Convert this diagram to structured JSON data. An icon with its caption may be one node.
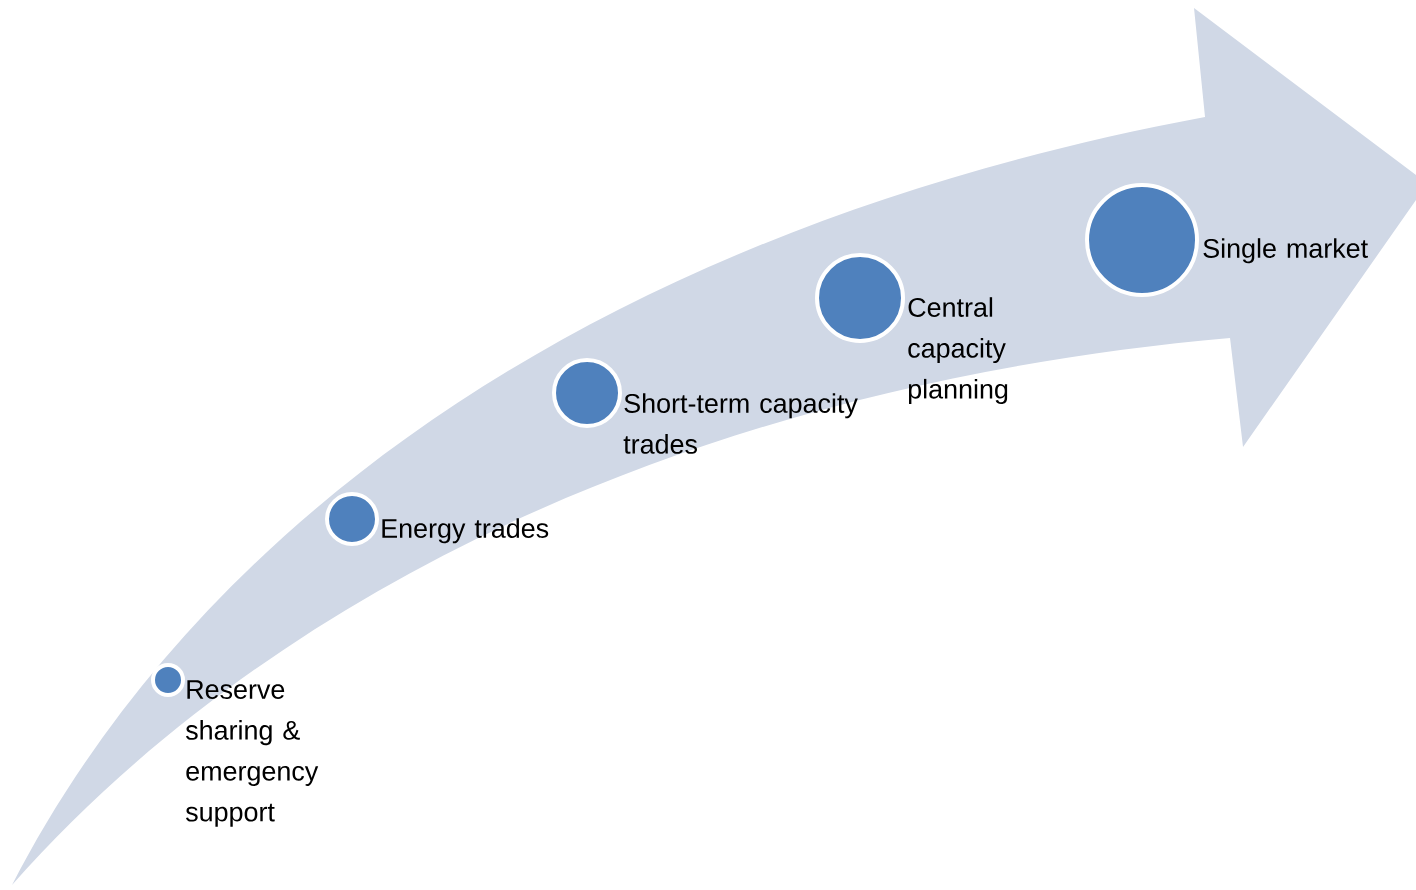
{
  "diagram": {
    "nodes": [
      {
        "text": [],
        "shape": "circle",
        "beside": [
          "Reserve sharing & emergency support"
        ]
      },
      {
        "text": [],
        "shape": "circle",
        "beside": [
          "Energy trades"
        ]
      },
      {
        "text": [],
        "shape": "circle",
        "beside": [
          "Short-term capacity trades"
        ]
      },
      {
        "text": [],
        "shape": "circle",
        "beside": [
          "Central capacity planning"
        ]
      },
      {
        "text": [],
        "shape": "circle",
        "beside": [
          "Single market"
        ]
      }
    ]
  }
}
